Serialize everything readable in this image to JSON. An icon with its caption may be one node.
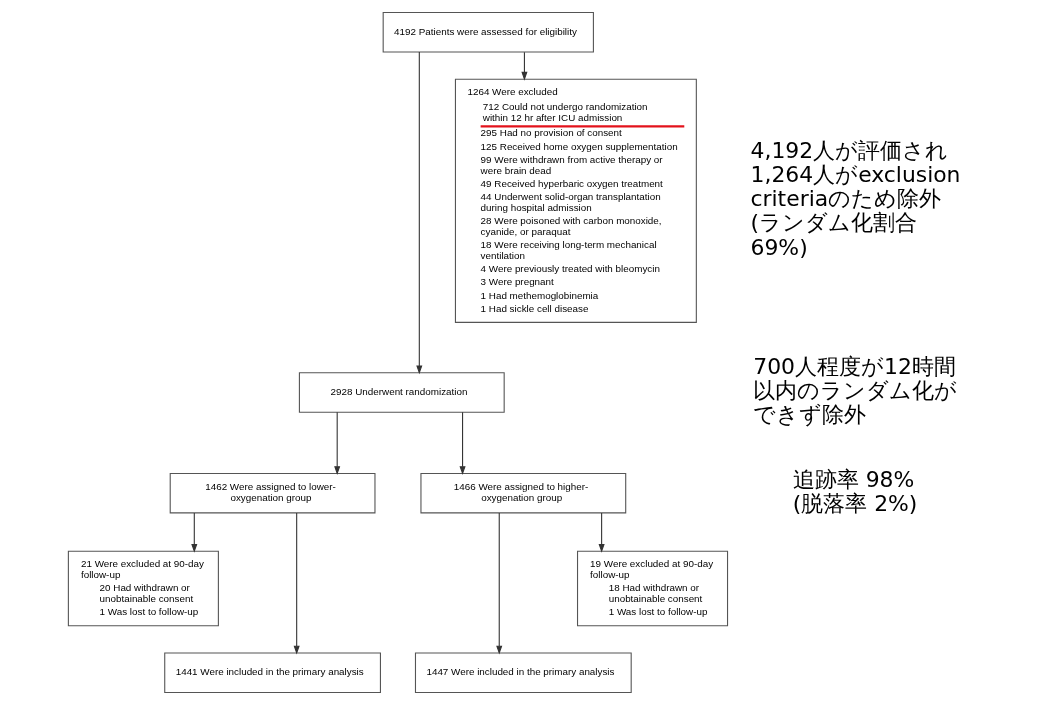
{
  "diagram": {
    "nodes": [
      {
        "text": [
          "4192 Patients were assessed for eligibility"
        ]
      },
      {
        "text": [
          "1264 Were excluded",
          "712 Could not undergo randomization within 12 hr after ICU admission",
          "295 Had no provision of consent",
          "125 Received home oxygen supplementation",
          "99 Were withdrawn from active therapy or were brain dead",
          "49 Received hyperbaric oxygen treatment",
          "44 Underwent solid-organ transplantation during hospital admission",
          "28 Were poisoned with carbon monoxide, cyanide, or paraquat",
          "18 Were receiving long-term mechanical ventilation",
          "4 Were previously treated with bleomycin",
          "3 Were pregnant",
          "1 Had methemoglobinemia",
          "1 Had sickle cell disease"
        ]
      },
      {
        "text": [
          "2928 Underwent randomization"
        ]
      },
      {
        "text": [
          "1462 Were assigned to lower-oxygenation group"
        ]
      },
      {
        "text": [
          "1466 Were assigned to higher-oxygenation group"
        ]
      },
      {
        "text": [
          "21 Were excluded at 90-day follow-up",
          "20 Had withdrawn or unobtainable consent",
          "1 Was lost to follow-up"
        ]
      },
      {
        "text": [
          "19 Were excluded at 90-day follow-up",
          "18 Had withdrawn or unobtainable consent",
          "1 Was lost to follow-up"
        ]
      },
      {
        "text": [
          "1441 Were included in the primary analysis"
        ]
      },
      {
        "text": [
          "1447 Were included in the primary analysis"
        ]
      }
    ],
    "edges": [
      {
        "from": 0,
        "to": 2,
        "arrow": "to"
      },
      {
        "from": 0,
        "to": 1,
        "arrow": "to"
      },
      {
        "from": 2,
        "to": 3,
        "arrow": "to"
      },
      {
        "from": 2,
        "to": 4,
        "arrow": "to"
      },
      {
        "from": 3,
        "to": 5,
        "arrow": "to"
      },
      {
        "from": 3,
        "to": 7,
        "arrow": "to"
      },
      {
        "from": 4,
        "to": 8,
        "arrow": "to"
      },
      {
        "from": 4,
        "to": 6,
        "arrow": "to"
      }
    ],
    "labels": [
      "4,192人が評価され1,264人がexclusion criteriaのため除外(ランダム化割合 69%)",
      "700人程度が12時間以内のランダム化ができず除外",
      "追跡率 98% (脱落率 2%)"
    ]
  }
}
